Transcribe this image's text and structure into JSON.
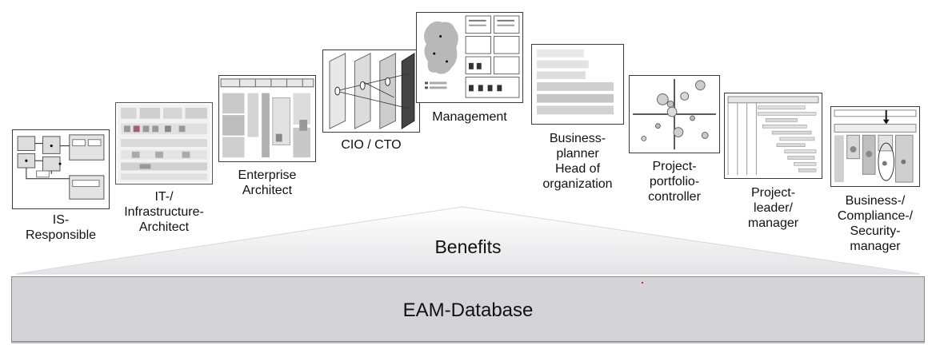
{
  "benefits": "Benefits",
  "database": "EAM-Database",
  "roles": [
    {
      "lines": [
        "IS-",
        "Responsible"
      ]
    },
    {
      "lines": [
        "IT-/",
        "Infrastructure-",
        "Architect"
      ]
    },
    {
      "lines": [
        "Enterprise",
        "Architect"
      ]
    },
    {
      "lines": [
        "CIO / CTO"
      ]
    },
    {
      "lines": [
        "Management"
      ]
    },
    {
      "lines": [
        "Business-",
        "planner",
        "Head of",
        "organization"
      ]
    },
    {
      "lines": [
        "Project-",
        "portfolio-",
        "controller"
      ]
    },
    {
      "lines": [
        "Project-",
        "leader/",
        "manager"
      ]
    },
    {
      "lines": [
        "Business-/",
        "Compliance-/",
        "Security-",
        "manager"
      ]
    }
  ]
}
